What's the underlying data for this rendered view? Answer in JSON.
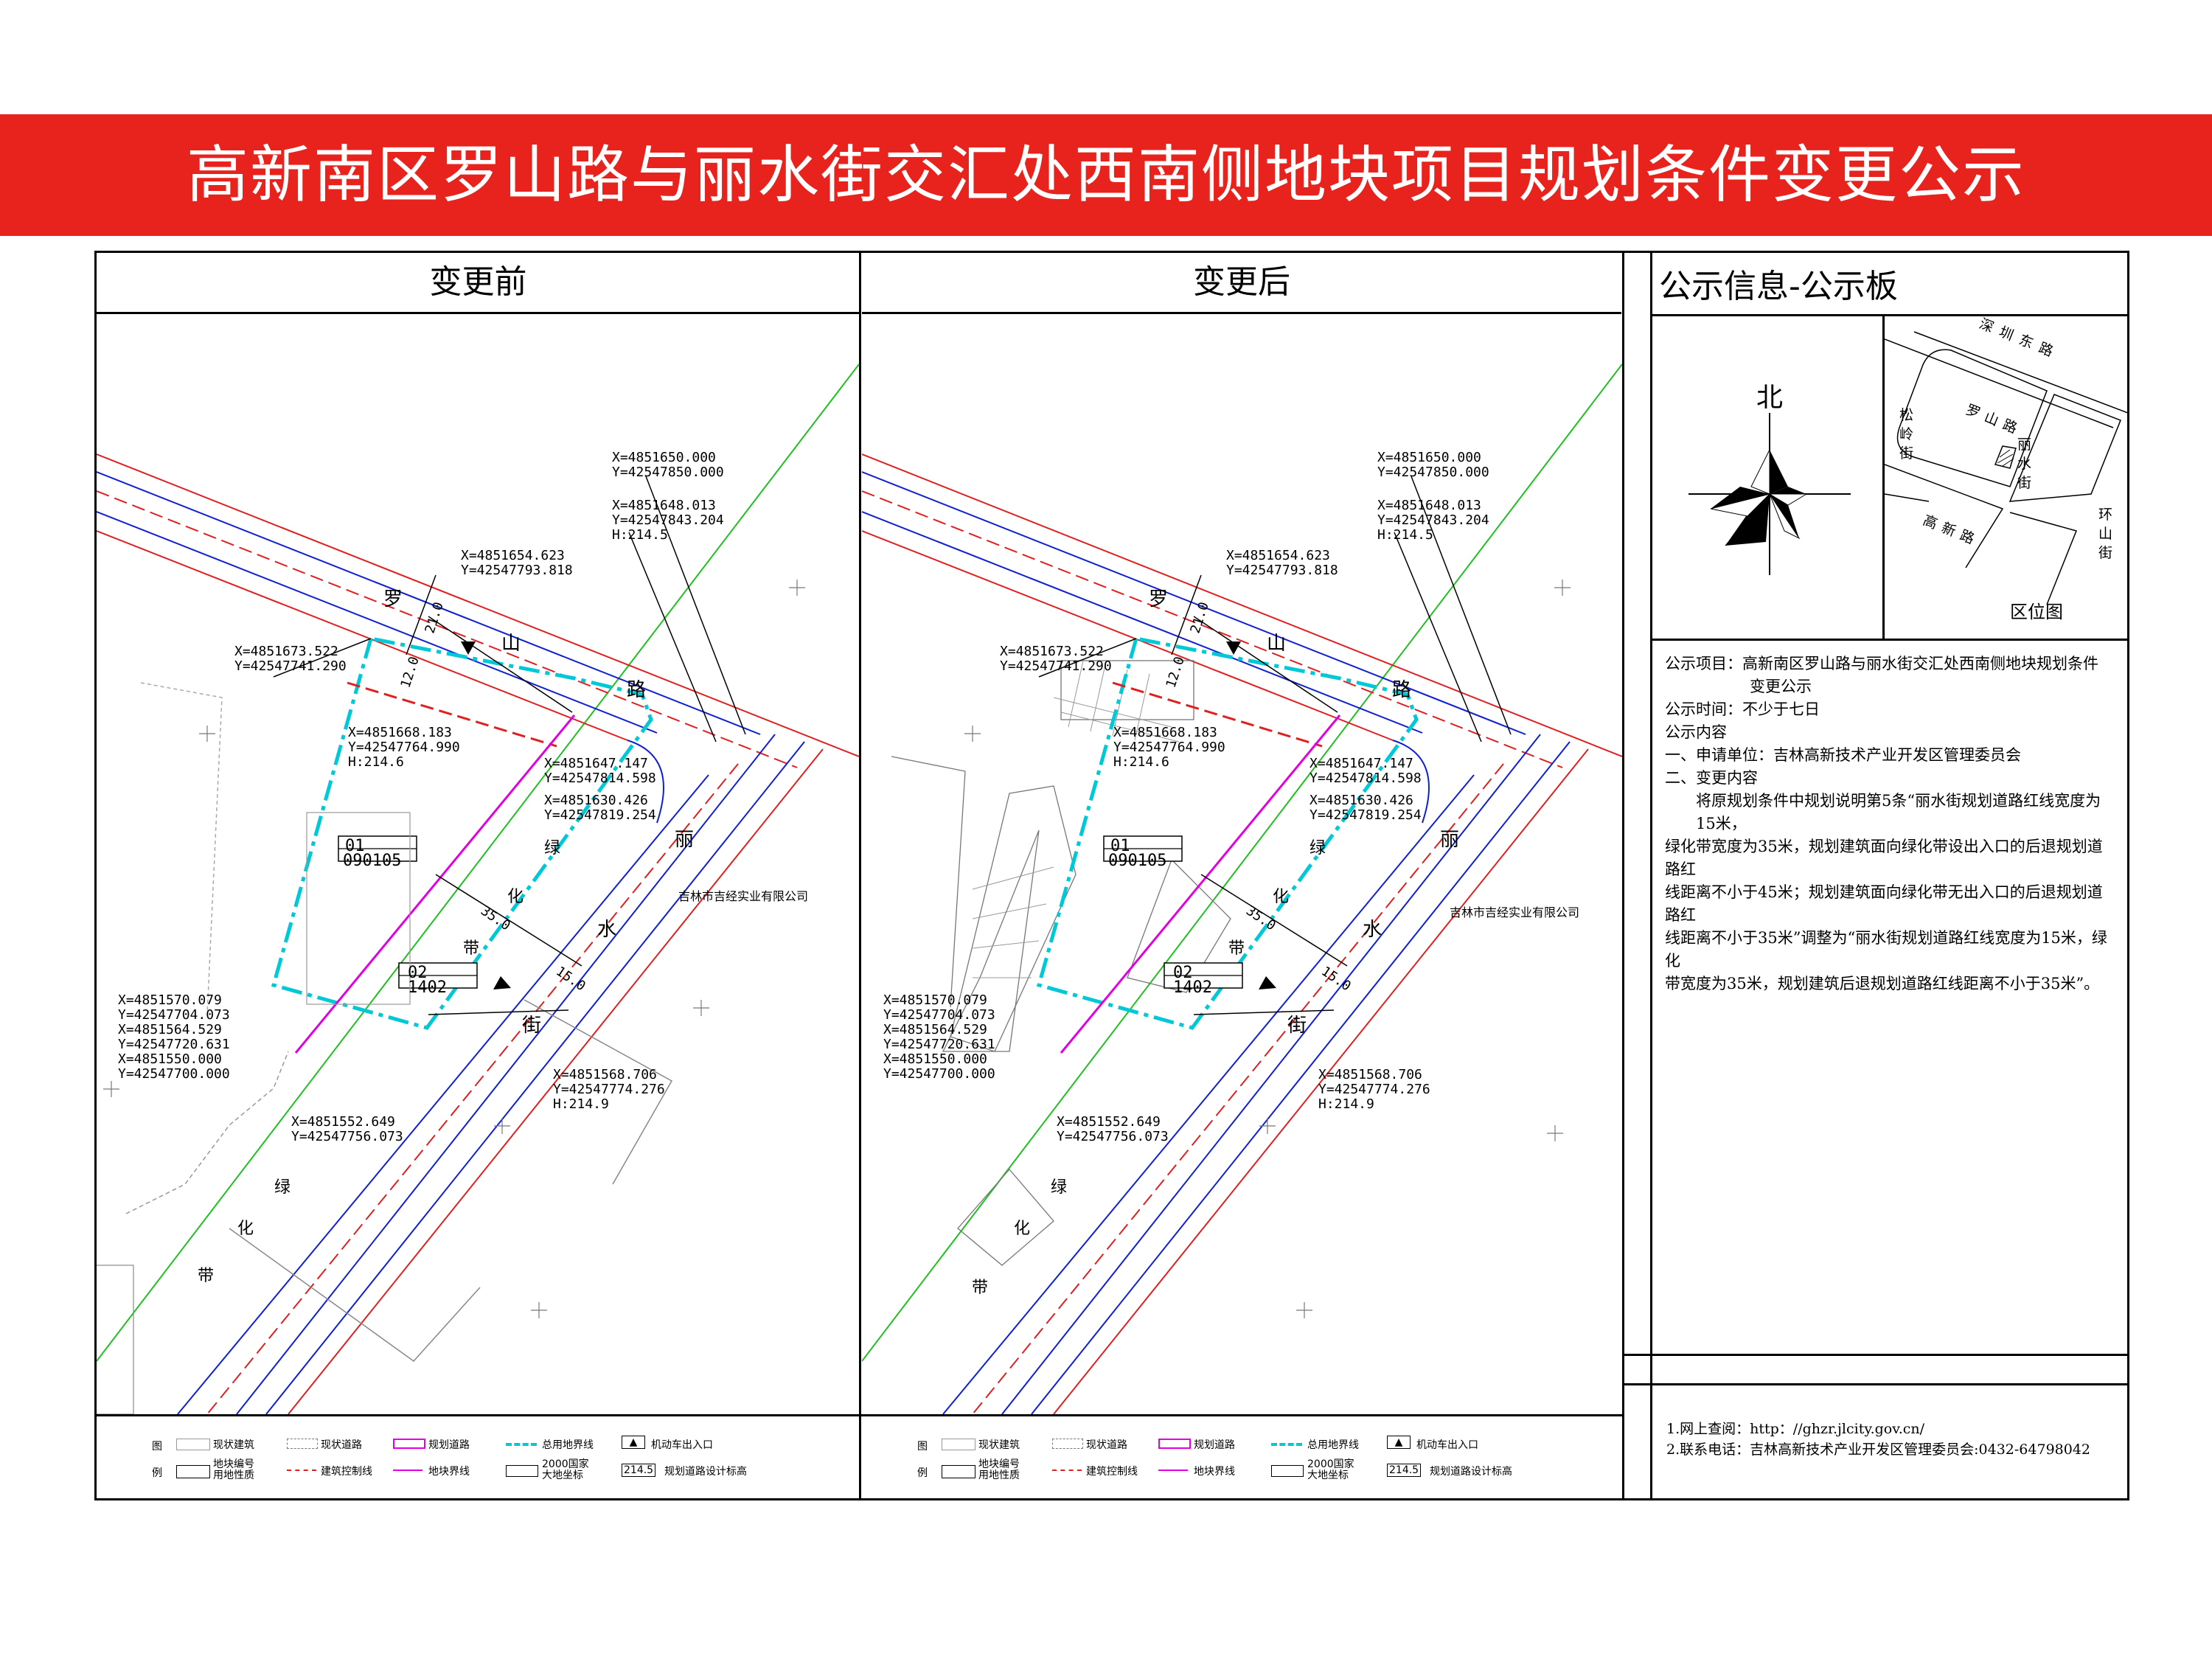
{
  "banner": {
    "title": "高新南区罗山路与丽水街交汇处西南侧地块项目规划条件变更公示"
  },
  "panels": {
    "before": {
      "header": "变更前",
      "labels": {
        "c1": [
          "X=4851650.000",
          "Y=42547850.000"
        ],
        "c2": [
          "X=4851648.013",
          "Y=42547843.204",
          "H:214.5"
        ],
        "c3": [
          "X=4851654.623",
          "Y=42547793.818"
        ],
        "c4": [
          "X=4851673.522",
          "Y=42547741.290"
        ],
        "c5": [
          "X=4851668.183",
          "Y=42547764.990",
          "H:214.6"
        ],
        "c6": [
          "X=4851647.147",
          "Y=42547814.598"
        ],
        "c7": [
          "X=4851630.426",
          "Y=42547819.254"
        ],
        "c8": [
          "X=4851570.079",
          "Y=42547704.073",
          "X=4851564.529",
          "Y=42547720.631",
          "X=4851550.000",
          "Y=42547700.000"
        ],
        "c9": [
          "X=4851568.706",
          "Y=42547774.276",
          "H:214.9"
        ],
        "c10": [
          "X=4851552.649",
          "Y=42547756.073"
        ]
      },
      "parcel1": {
        "code": "01",
        "area": "090105"
      },
      "parcel2": {
        "code": "02",
        "area": "1402"
      },
      "dims": {
        "d21": "21.0",
        "d12": "12.0",
        "d35": "35.0",
        "d15": "15.0"
      },
      "road_luoshan": [
        "罗",
        "山",
        "路"
      ],
      "road_lishui": [
        "丽",
        "水",
        "街"
      ],
      "greenbelt": [
        "绿",
        "化",
        "带"
      ],
      "greenbelt2": [
        "绿",
        "化",
        "带"
      ],
      "company": "吉林市吉经实业有限公司"
    },
    "after": {
      "header": "变更后",
      "labels": {
        "c1": [
          "X=4851650.000",
          "Y=42547850.000"
        ],
        "c2": [
          "X=4851648.013",
          "Y=42547843.204",
          "H:214.5"
        ],
        "c3": [
          "X=4851654.623",
          "Y=42547793.818"
        ],
        "c4": [
          "X=4851673.522",
          "Y=42547741.290"
        ],
        "c5": [
          "X=4851668.183",
          "Y=42547764.990",
          "H:214.6"
        ],
        "c6": [
          "X=4851647.147",
          "Y=42547814.598"
        ],
        "c7": [
          "X=4851630.426",
          "Y=42547819.254"
        ],
        "c8": [
          "X=4851570.079",
          "Y=42547704.073",
          "X=4851564.529",
          "Y=42547720.631",
          "X=4851550.000",
          "Y=42547700.000"
        ],
        "c9": [
          "X=4851568.706",
          "Y=42547774.276",
          "H:214.9"
        ],
        "c10": [
          "X=4851552.649",
          "Y=42547756.073"
        ]
      },
      "parcel1": {
        "code": "01",
        "area": "090105"
      },
      "parcel2": {
        "code": "02",
        "area": "1402"
      },
      "dims": {
        "d21": "21.0",
        "d12": "12.0",
        "d35": "35.0",
        "d15": "15.0"
      },
      "road_luoshan": [
        "罗",
        "山",
        "路"
      ],
      "road_lishui": [
        "丽",
        "水",
        "街"
      ],
      "greenbelt": [
        "绿",
        "化",
        "带"
      ],
      "greenbelt2": [
        "绿",
        "化",
        "带"
      ],
      "company": "吉林市吉经实业有限公司"
    }
  },
  "legend": {
    "tu": "图",
    "li": "例",
    "items": [
      "现状建筑",
      "现状道路",
      "规划道路",
      "总用地界线",
      "机动车出入口",
      "地块编号\n用地性质",
      "建筑控制线",
      "地块界线",
      "2000国家\n大地坐标",
      "规划道路设计标高"
    ],
    "sample_elev": "214.5"
  },
  "board": {
    "title": "公示信息-公示板",
    "north": "北",
    "location_map": {
      "caption": "区位图",
      "roads": {
        "shenzhen": "深圳东路",
        "luoshan": "罗山路",
        "songling": "松岭街",
        "lishui": "丽水街",
        "gaoxin": "高新路",
        "huanshan": "环山街"
      }
    },
    "info": {
      "project": "公示项目：高新南区罗山路与丽水街交汇处西南侧地块规划条件",
      "project2": "变更公示",
      "time": "公示时间：不少于七日",
      "content": "公示内容",
      "applicant": "一、申请单位：吉林高新技术产业开发区管理委员会",
      "change": "二、变更内容",
      "p1": "将原规划条件中规划说明第5条“丽水街规划道路红线宽度为15米，",
      "p2": "绿化带宽度为35米，规划建筑面向绿化带设出入口的后退规划道路红",
      "p3": "线距离不小于45米；规划建筑面向绿化带无出入口的后退规划道路红",
      "p4": "线距离不小于35米”调整为“丽水街规划道路红线宽度为15米，绿化",
      "p5": "带宽度为35米，规划建筑后退规划道路红线距离不小于35米”。"
    },
    "contact": {
      "web": "1.网上查阅：http：//ghzr.jlcity.gov.cn/",
      "phone": "2.联系电话：吉林高新技术产业开发区管理委员会:0432-64798042"
    }
  },
  "colors": {
    "banner": "#e8231d",
    "cyan": "#00c8d6",
    "magenta": "#e000e0",
    "red": "#e02020",
    "blue": "#1020d0",
    "green": "#20c020"
  }
}
